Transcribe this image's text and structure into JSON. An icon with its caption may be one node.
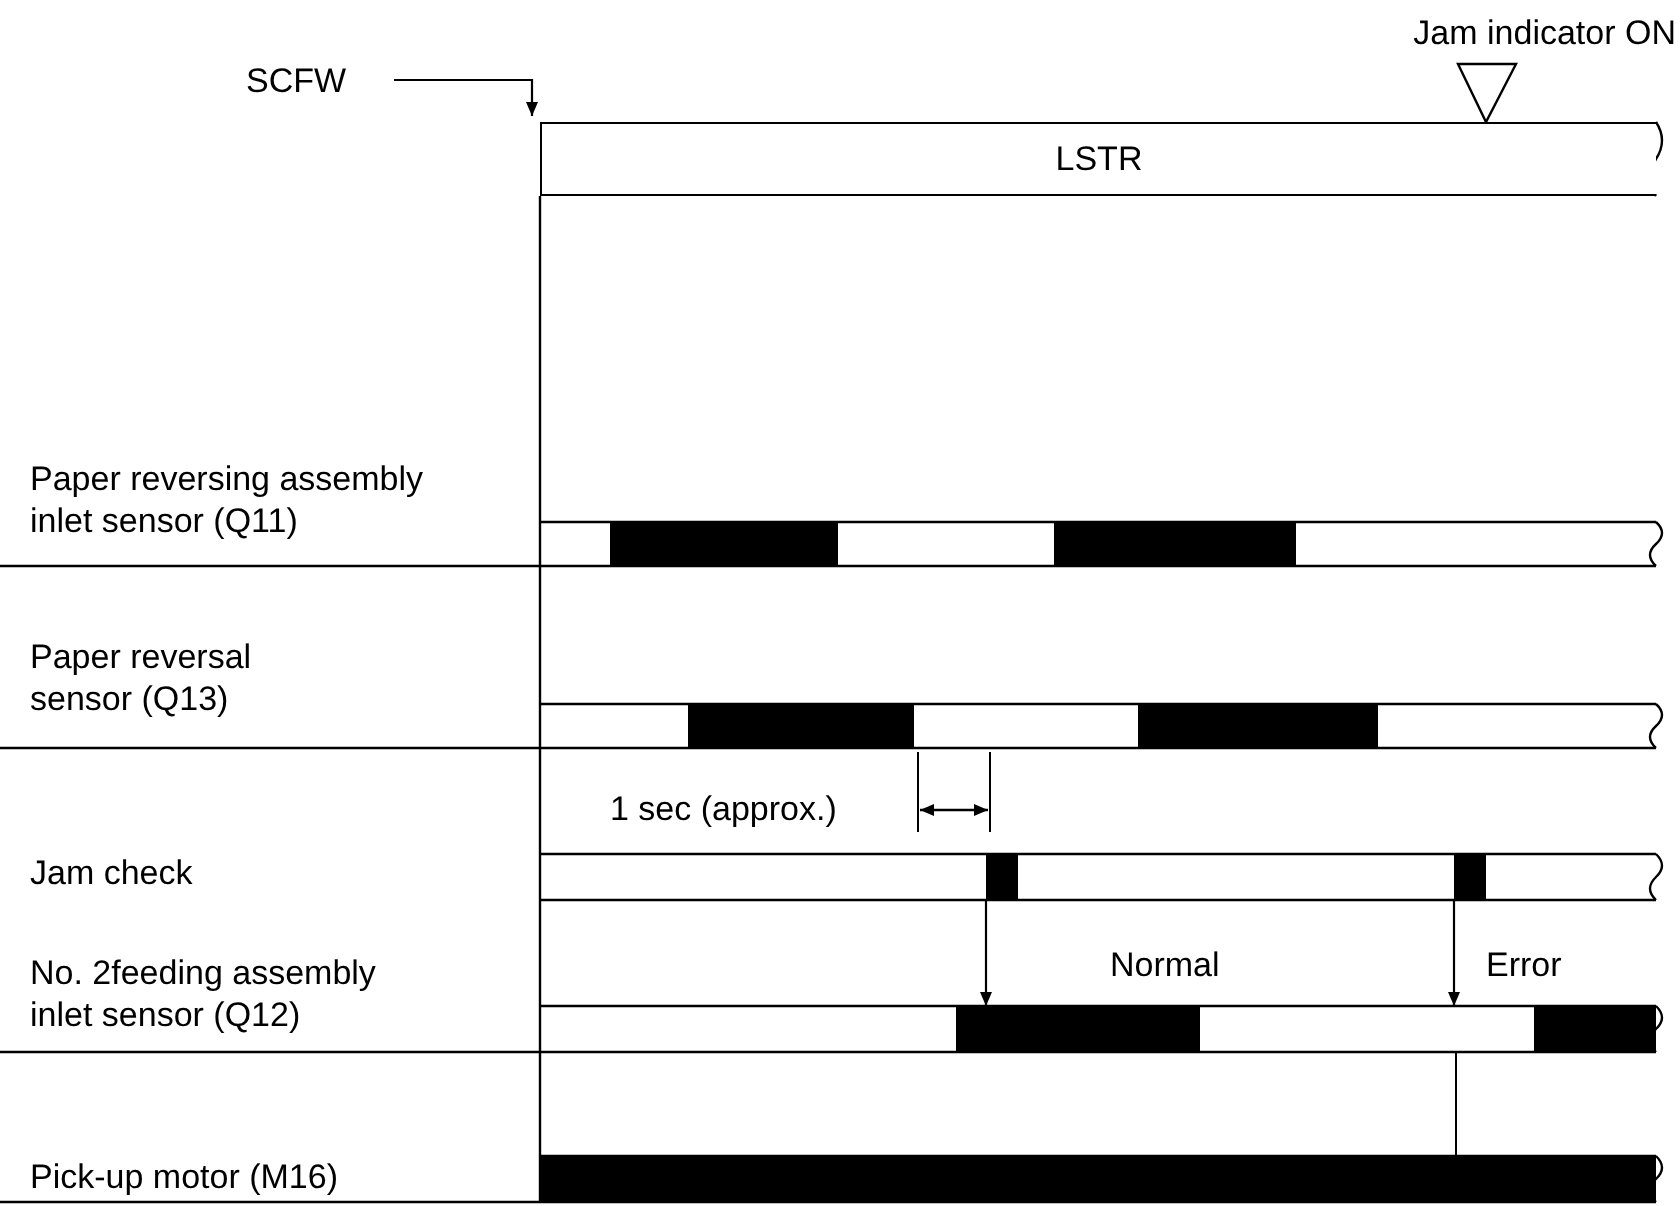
{
  "diagram": {
    "nodes": [
      {
        "text": [
          "SCFW"
        ]
      },
      {
        "text": [
          "LSTR"
        ]
      },
      {
        "text": [],
        "shape": "bar"
      },
      {
        "text": [],
        "shape": "bar"
      }
    ],
    "edges": [
      {
        "from": 0,
        "to": 1,
        "arrow": "to"
      },
      {
        "from": 2,
        "to": null,
        "arrow": "to"
      },
      {
        "from": 3,
        "to": null,
        "arrow": "to"
      }
    ],
    "labels": [
      "Jam indicator ON",
      "Paper reversing assembly inlet sensor (Q11)",
      "Paper reversal sensor (Q13)",
      "1 sec (approx.)",
      "Jam check",
      "No. 2feeding assembly inlet sensor (Q12)",
      "Normal",
      "Error",
      "Pick-up motor (M16)"
    ]
  }
}
